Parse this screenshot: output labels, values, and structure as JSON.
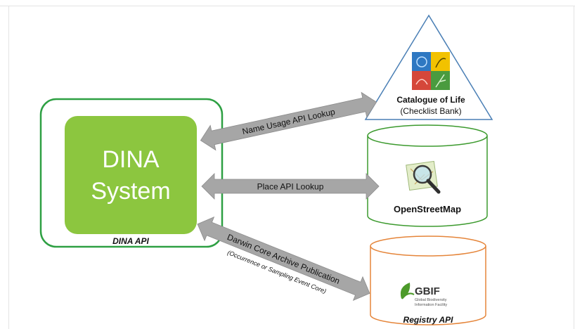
{
  "dina": {
    "title_line1": "DINA",
    "title_line2": "System",
    "api_label": "DINA API",
    "frame_color": "#2ea043",
    "box_color": "#8cc63f"
  },
  "connections": {
    "name_usage": "Name Usage API Lookup",
    "place": "Place API Lookup",
    "dwc_line1": "Darwin Core Archive Publication",
    "dwc_line2": "(Occurrence or Sampling Event Core)",
    "arrow_color": "#a6a6a6"
  },
  "catalogue_of_life": {
    "name": "Catalogue of Life",
    "subtitle": "(Checklist Bank)",
    "icon": "catalogue-of-life-logo",
    "outline_color": "#4a7fb5"
  },
  "openstreetmap": {
    "name": "OpenStreetMap",
    "icon": "openstreetmap-magnifier-logo",
    "outline_color": "#3c9a2e"
  },
  "gbif": {
    "logo_text": "GBIF",
    "logo_subtext_line1": "Global Biodiversity",
    "logo_subtext_line2": "Information Facility",
    "api_label": "Registry API",
    "icon": "gbif-leaf-logo",
    "outline_color": "#e5853a"
  }
}
